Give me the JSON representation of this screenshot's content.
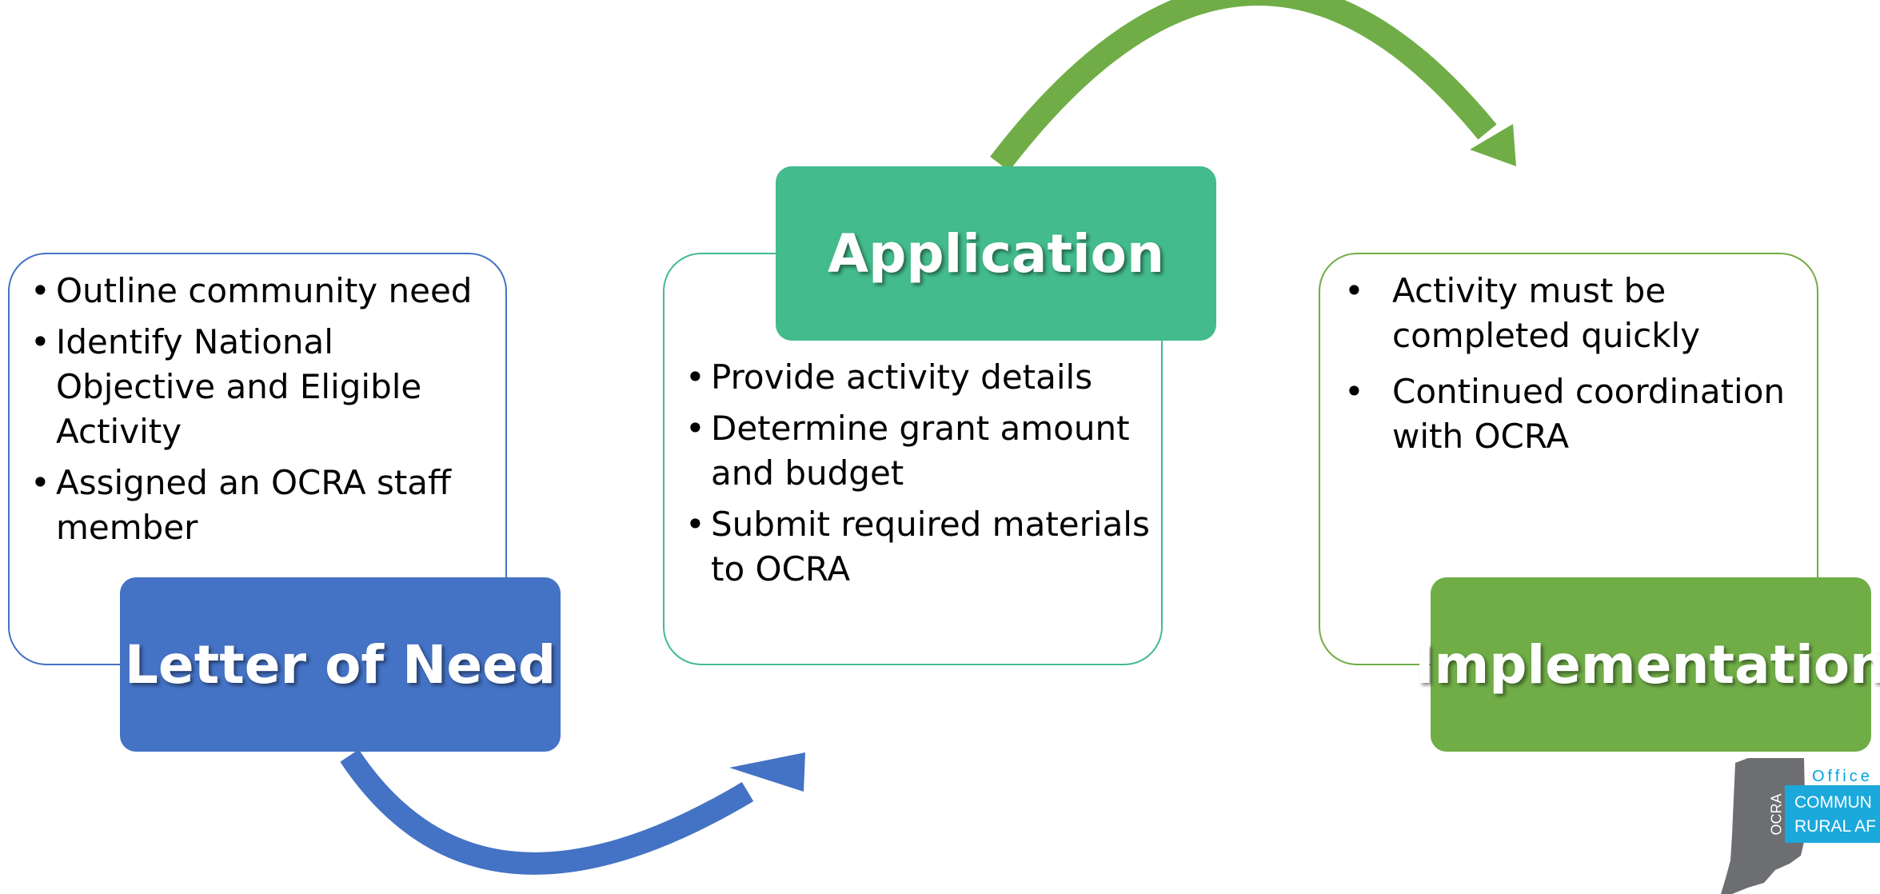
{
  "steps": [
    {
      "title": "Letter of Need",
      "color": "#4472c4",
      "bullets": [
        "Outline community need",
        "Identify National Objective and Eligible Activity",
        "Assigned an OCRA staff member"
      ]
    },
    {
      "title": "Application",
      "color": "#43bb8c",
      "border_color": "#43bb8c",
      "bullets": [
        "Provide activity details",
        "Determine grant amount and budget",
        "Submit required materials to OCRA"
      ]
    },
    {
      "title": "Implementation",
      "color": "#70ad47",
      "bullets": [
        "Activity must be completed quickly",
        "Continued coordination with OCRA"
      ]
    }
  ],
  "bullet_glyph": "•",
  "arrows": {
    "first_color": "#4472c4",
    "second_color": "#70ad47"
  },
  "logo": {
    "office": "Office",
    "line1": "COMMUN",
    "line2": "RURAL AF",
    "ocra": "OCRA",
    "state_color": "#6d6e71",
    "band_color": "#1ba9dc"
  }
}
